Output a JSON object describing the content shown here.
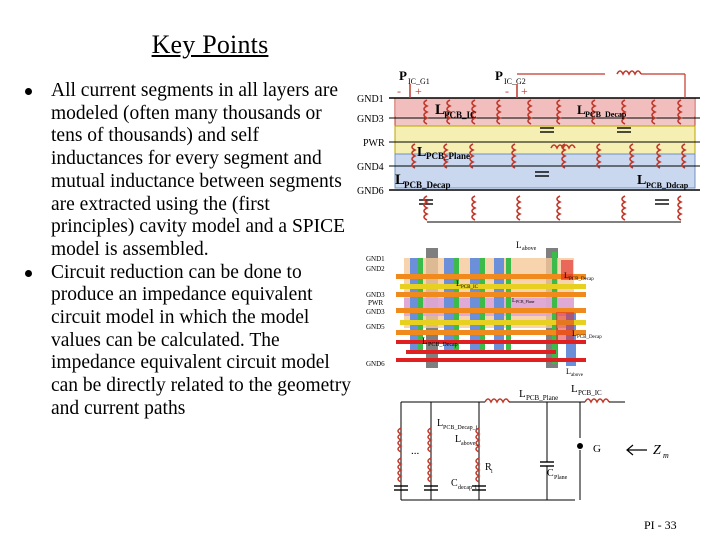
{
  "slide": {
    "title": "Key Points",
    "bullets": [
      "All current segments in all layers are modeled (often many thousands or tens of thousands) and self inductances for every segment and mutual inductance between segments are extracted using the (first principles) cavity model and a SPICE model is assembled.",
      "Circuit reduction can be done to produce an impedance equivalent circuit model in which the model values can be calculated.  The impedance equivalent circuit model can be directly related to the geometry and current paths"
    ],
    "page_number": "PI - 33"
  },
  "figure_top": {
    "port_labels": [
      "P",
      "IC_G1",
      "P",
      "IC_G2"
    ],
    "port_signs": [
      "-",
      "+",
      "-",
      "+"
    ],
    "layers": [
      "GND1",
      "GND3",
      "PWR",
      "GND4",
      "GND6"
    ],
    "inductors": [
      {
        "main": "L",
        "sub": "PCB_IC"
      },
      {
        "main": "L",
        "sub": "PCB_Decap"
      },
      {
        "main": "L",
        "sub": "PCB_Plane"
      },
      {
        "main": "L",
        "sub": "PCB_Decap"
      },
      {
        "main": "L",
        "sub": "PCB_Ddcap"
      }
    ],
    "colors": {
      "red": "#c0392b",
      "band_pink": "#f3c6c6",
      "band_yellow": "#f6efb4",
      "band_blue": "#c9d7ef"
    }
  },
  "figure_mid": {
    "layers": [
      "GND1",
      "GND2",
      "GND3",
      "PWR",
      "GND3",
      "GND5",
      "GND6"
    ],
    "labels": [
      "L",
      "above",
      "L",
      "PCB_IC",
      "L",
      "PCB_Decap",
      "L",
      "PCB_Decap",
      "L",
      "PCB_Plane",
      "L",
      "above",
      "L",
      "PCB_Decap"
    ]
  },
  "figure_bottom": {
    "labels": [
      {
        "main": "L",
        "sub": "PCB_Plane"
      },
      {
        "main": "L",
        "sub": "PCB_IC"
      },
      {
        "main": "L",
        "sub": "PCB_Decap_i"
      },
      {
        "main": "L",
        "sub": "above_i"
      },
      {
        "main": "R",
        "sub": "i"
      },
      {
        "main": "C",
        "sub": "decap_i"
      },
      {
        "main": "C",
        "sub": "Plane"
      }
    ],
    "g_label": "G",
    "z_label": {
      "main": "Z",
      "sub": "m"
    },
    "ellipsis": "..."
  }
}
